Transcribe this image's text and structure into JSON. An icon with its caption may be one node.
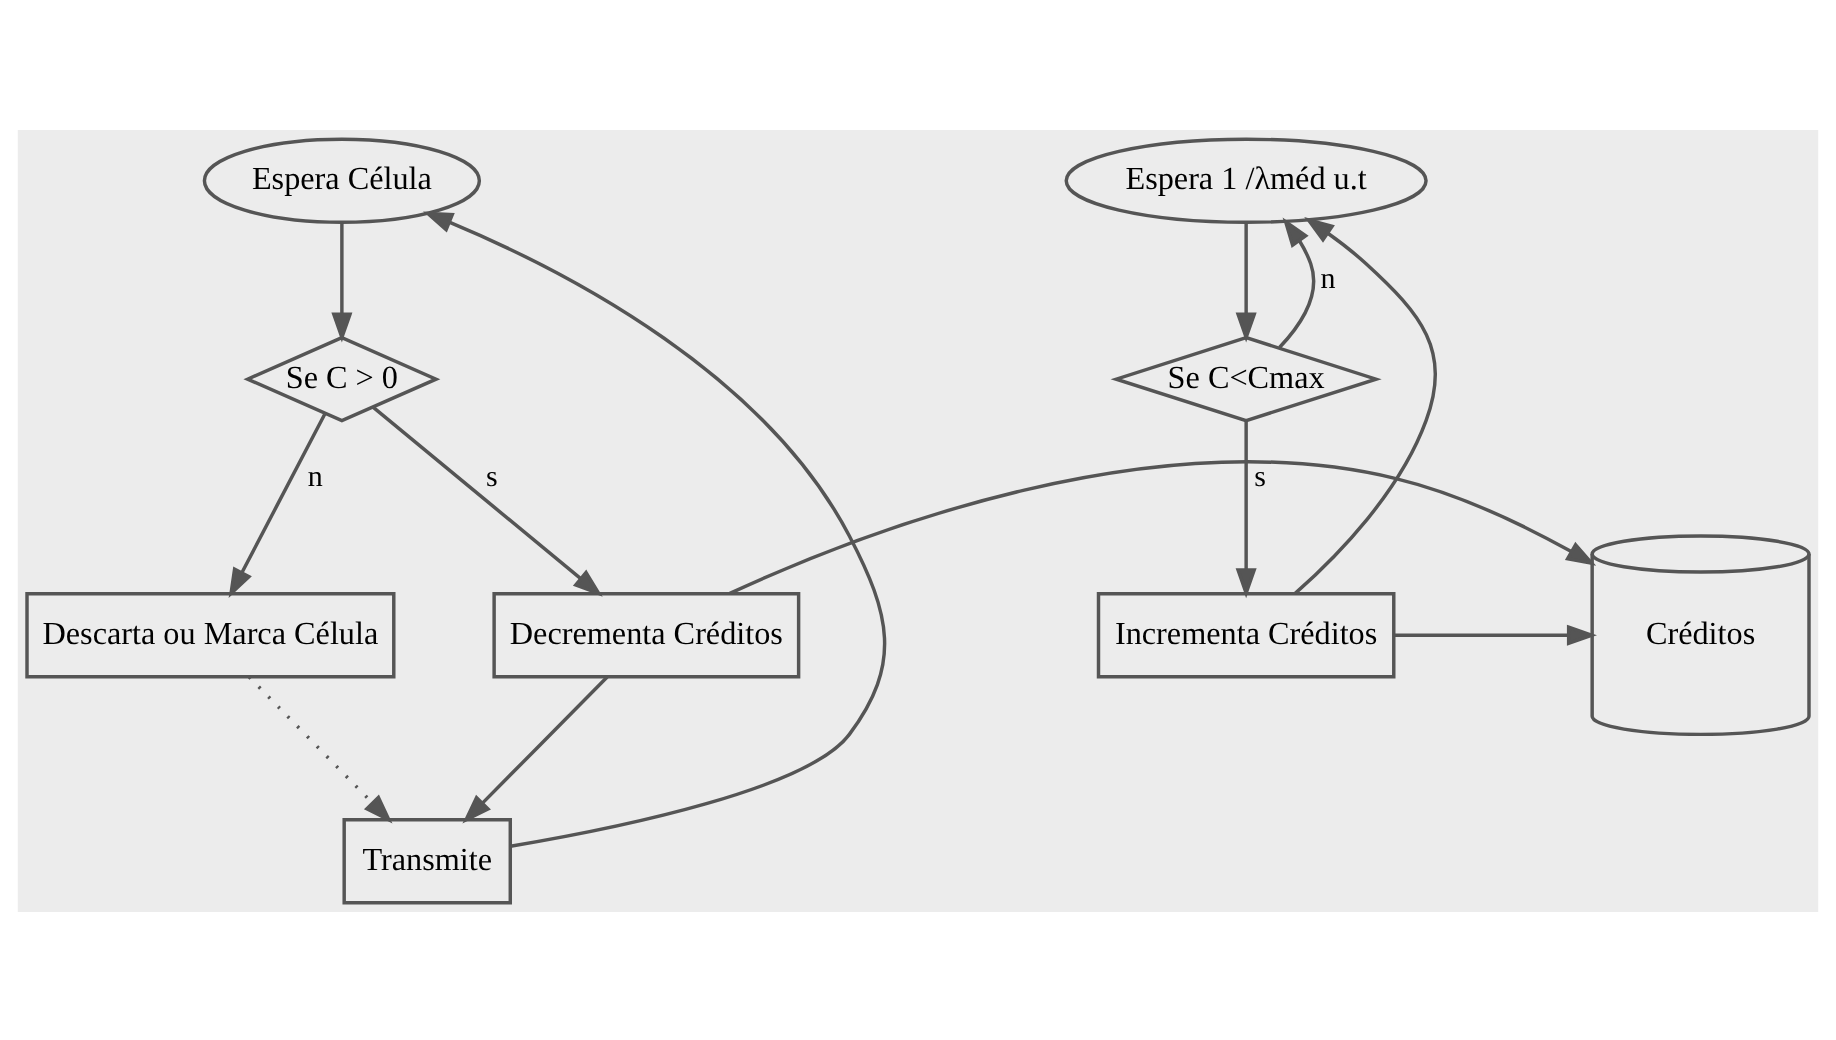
{
  "diagram": {
    "nodes": [
      {
        "text": [
          "Espera Célula"
        ]
      },
      {
        "text": [
          "Se C > 0"
        ]
      },
      {
        "text": [
          "Descarta ou Marca Célula"
        ]
      },
      {
        "text": [
          "Decrementa Créditos"
        ]
      },
      {
        "text": [
          "Transmite"
        ]
      },
      {
        "text": [
          "Créditos"
        ]
      },
      {
        "text": [
          "Espera 1 /λméd u.t"
        ]
      },
      {
        "text": [
          "Se C<Cmax"
        ]
      },
      {
        "text": [
          "Incrementa Créditos"
        ]
      }
    ],
    "edges": [
      {
        "from": 0,
        "to": 1,
        "arrow": "to"
      },
      {
        "from": 1,
        "to": 2,
        "arrow": "to",
        "label": "n"
      },
      {
        "from": 1,
        "to": 3,
        "arrow": "to",
        "label": "s"
      },
      {
        "from": 3,
        "to": 5,
        "arrow": "to"
      },
      {
        "from": 3,
        "to": 4,
        "arrow": "to"
      },
      {
        "from": 2,
        "to": 4,
        "arrow": "to",
        "style": "dashed"
      },
      {
        "from": 4,
        "to": 0,
        "arrow": "to"
      },
      {
        "from": 6,
        "to": 7,
        "arrow": "to"
      },
      {
        "from": 7,
        "to": 6,
        "arrow": "to",
        "label": "n"
      },
      {
        "from": 7,
        "to": 8,
        "arrow": "to",
        "label": "s"
      },
      {
        "from": 8,
        "to": 5,
        "arrow": "to"
      },
      {
        "from": 8,
        "to": 6,
        "arrow": "to"
      }
    ]
  }
}
